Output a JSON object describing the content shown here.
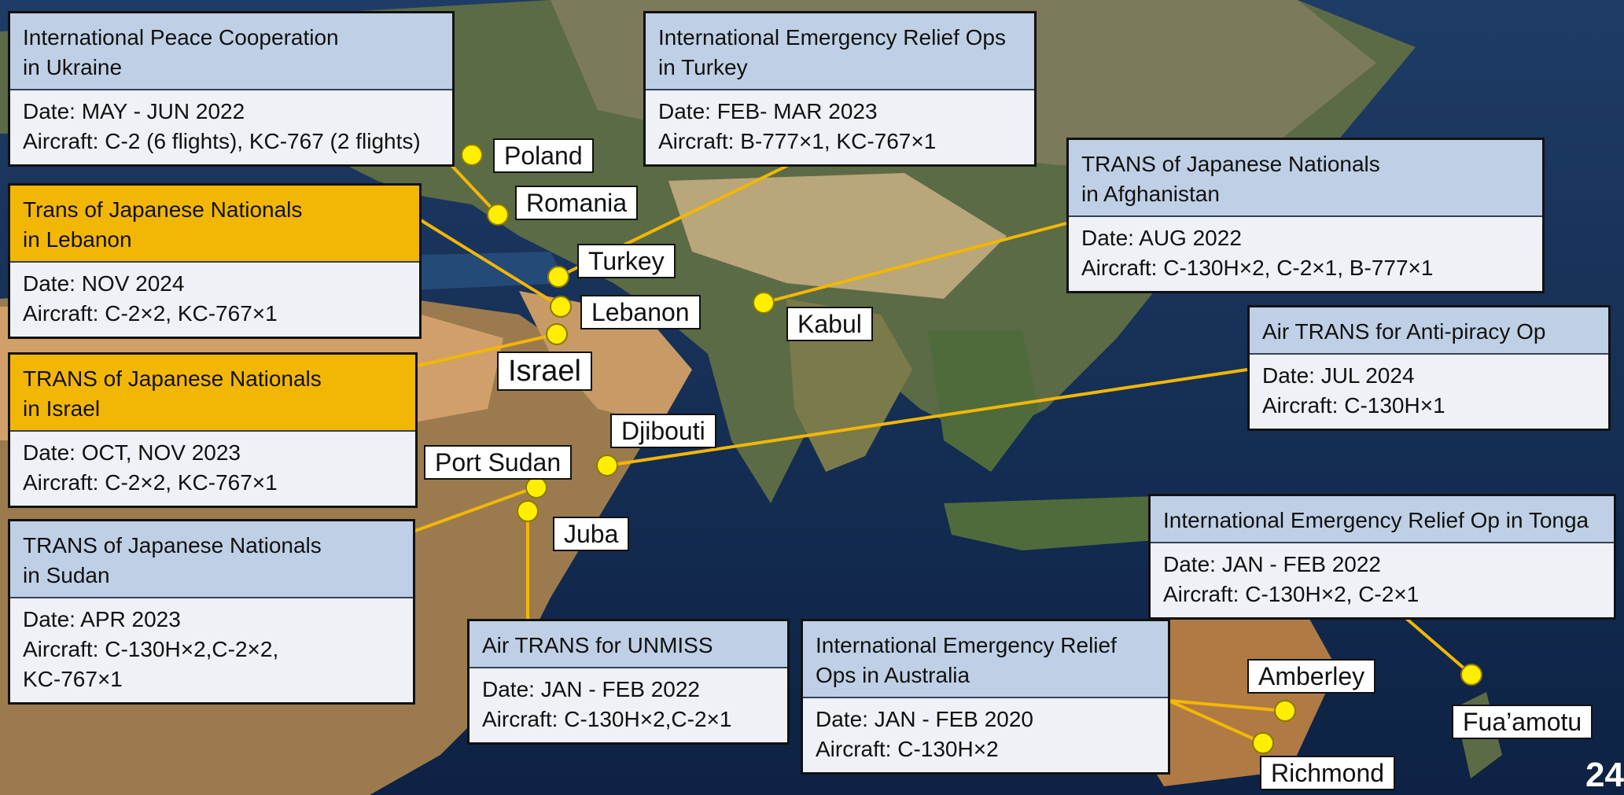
{
  "cards": {
    "ukraine": {
      "title": "International Peace Cooperation\nin Ukraine",
      "body": "Date: MAY - JUN 2022\nAircraft: C-2 (6 flights), KC-767 (2 flights)"
    },
    "turkey": {
      "title": "International Emergency Relief Ops\nin Turkey",
      "body": "Date: FEB- MAR 2023\nAircraft: B-777×1, KC-767×1"
    },
    "afghanistan": {
      "title": "TRANS of Japanese Nationals\nin Afghanistan",
      "body": "Date: AUG 2022\nAircraft: C-130H×2, C-2×1, B-777×1"
    },
    "lebanon": {
      "title": "Trans of Japanese Nationals\nin Lebanon",
      "body": "Date: NOV 2024\nAircraft: C-2×2, KC-767×1",
      "highlight": true
    },
    "israel": {
      "title": "TRANS of Japanese Nationals\nin Israel",
      "body": "Date: OCT, NOV 2023\nAircraft: C-2×2, KC-767×1",
      "highlight": true
    },
    "antipiracy": {
      "title": "Air TRANS for Anti-piracy Op",
      "body": "Date: JUL 2024\nAircraft: C-130H×1"
    },
    "sudan": {
      "title": "TRANS of Japanese Nationals\nin Sudan",
      "body": "Date: APR 2023\nAircraft: C-130H×2,C-2×2,\n             KC-767×1"
    },
    "tonga": {
      "title": "International Emergency Relief Op in Tonga",
      "body": "Date: JAN - FEB 2022\nAircraft: C-130H×2, C-2×1"
    },
    "unmiss": {
      "title": "Air TRANS for UNMISS",
      "body": "Date: JAN - FEB 2022\nAircraft: C-130H×2,C-2×1"
    },
    "australia": {
      "title": "International Emergency Relief\nOps in Australia",
      "body": "Date: JAN - FEB 2020\nAircraft: C-130H×2"
    }
  },
  "places": {
    "poland": "Poland",
    "romania": "Romania",
    "turkey": "Turkey",
    "lebanon": "Lebanon",
    "israel": "Israel",
    "kabul": "Kabul",
    "djibouti": "Djibouti",
    "port_sudan": "Port Sudan",
    "juba": "Juba",
    "amberley": "Amberley",
    "richmond": "Richmond",
    "fuaamotu": "Fua’amotu"
  },
  "page_number": "24",
  "colors": {
    "connector": "#f2b705",
    "marker": "#ffee00",
    "highlight": "#f2b705",
    "card_header": "#bfd0e6"
  }
}
